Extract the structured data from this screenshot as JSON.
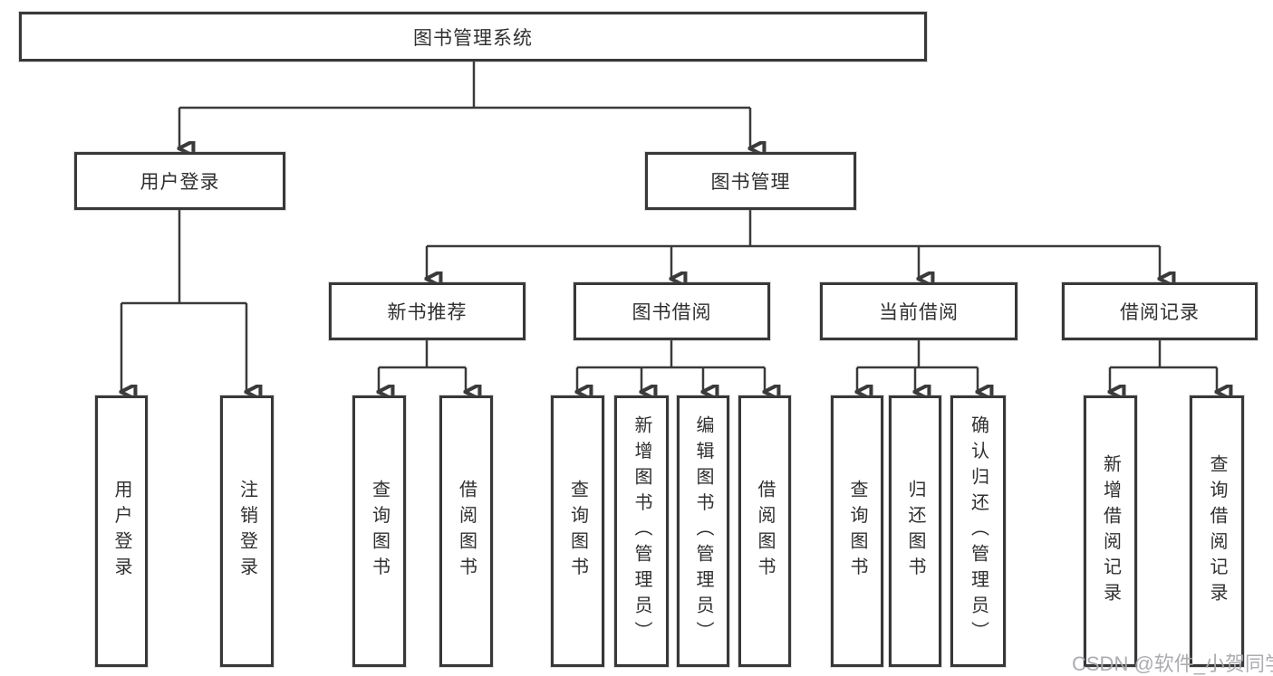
{
  "diagram": {
    "root": {
      "label": "图书管理系统"
    },
    "branches": [
      {
        "label": "用户登录",
        "children": [
          {
            "label": "用户登录"
          },
          {
            "label": "注销登录"
          }
        ]
      },
      {
        "label": "图书管理",
        "children": [
          {
            "label": "新书推荐",
            "children": [
              {
                "label": "查询图书"
              },
              {
                "label": "借阅图书"
              }
            ]
          },
          {
            "label": "图书借阅",
            "children": [
              {
                "label": "查询图书"
              },
              {
                "label": "新增图书（管理员）"
              },
              {
                "label": "编辑图书（管理员）"
              },
              {
                "label": "借阅图书"
              }
            ]
          },
          {
            "label": "当前借阅",
            "children": [
              {
                "label": "查询图书"
              },
              {
                "label": "归还图书"
              },
              {
                "label": "确认归还（管理员）"
              }
            ]
          },
          {
            "label": "借阅记录",
            "children": [
              {
                "label": "新增借阅记录"
              },
              {
                "label": "查询借阅记录"
              }
            ]
          }
        ]
      }
    ]
  },
  "watermark": {
    "text": "CSDN @软件_小贺同学"
  },
  "colors": {
    "line": "#3a3a3a",
    "box_border": "#383838",
    "text": "#303030",
    "watermark": "#a8a8ad",
    "background": "#ffffff"
  }
}
